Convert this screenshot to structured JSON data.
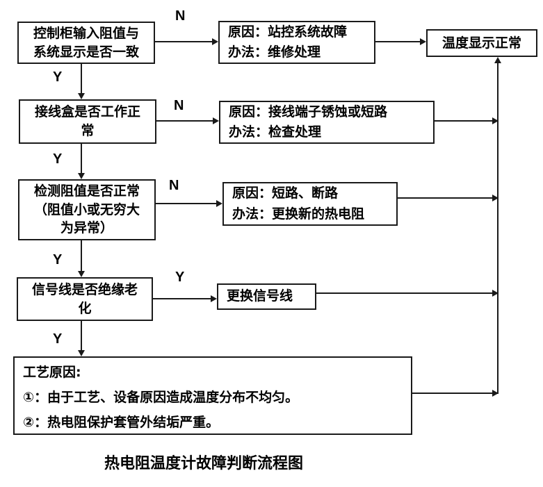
{
  "diagram": {
    "title": "热电阻温度计故障判断流程图",
    "decision_labels": {
      "yes": "Y",
      "no": "N"
    },
    "nodes": {
      "q1": "控制柜输入阻值与\n系统显示是否一致",
      "c1": "原因：站控系统故障\n办法：维修处理",
      "normal": "温度显示正常",
      "q2": "接线盒是否工作正\n常",
      "c2": "原因：接线端子锈蚀或短路\n办法：检查处理",
      "q3": "检测阻值是否正常\n（阻值小或无穷大\n为异常）",
      "c3": "原因：短路、断路\n办法：更换新的热电阻",
      "q4": "信号线是否绝缘老\n化",
      "replace": "更换信号线",
      "process": "工艺原因:\n①：由于工艺、设备原因造成温度分布不均匀。\n②：热电阻保护套管外结垢严重。"
    },
    "colors": {
      "line": "#1a1a1a",
      "background": "#ffffff",
      "text": "#000000"
    }
  }
}
